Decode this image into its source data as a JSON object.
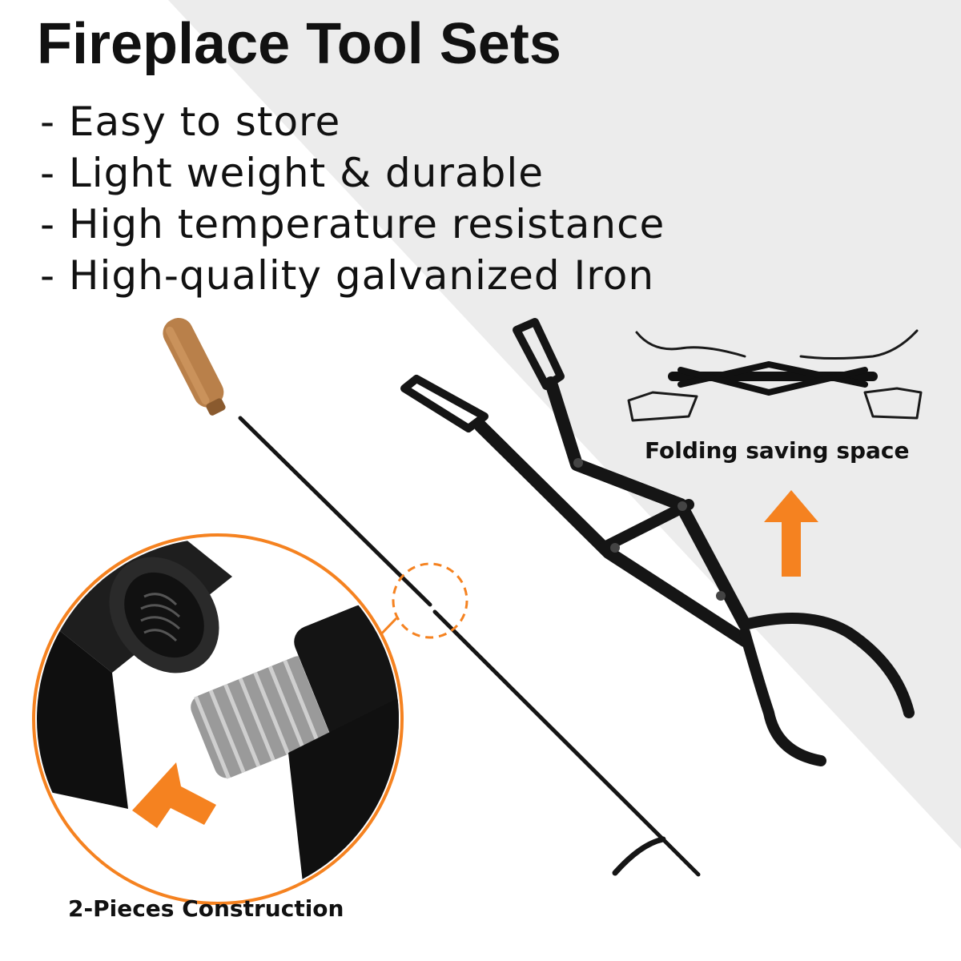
{
  "heading": {
    "title": "Fireplace Tool Sets",
    "features": [
      "- Easy to store",
      "- Light weight & durable",
      "- High temperature resistance",
      "- High-quality galvanized Iron"
    ]
  },
  "captions": {
    "folding": "Folding saving space",
    "construction": "2-Pieces Construction"
  },
  "colors": {
    "accent": "#f58220",
    "metal": "#151515",
    "wood": "#b9804a",
    "panel_gray": "#eeeeee",
    "text": "#111111"
  },
  "icons": [
    "fire-poker-icon",
    "log-tongs-icon",
    "folded-tongs-icon",
    "up-arrow-icon",
    "left-arrow-icon",
    "thread-closeup-icon"
  ]
}
